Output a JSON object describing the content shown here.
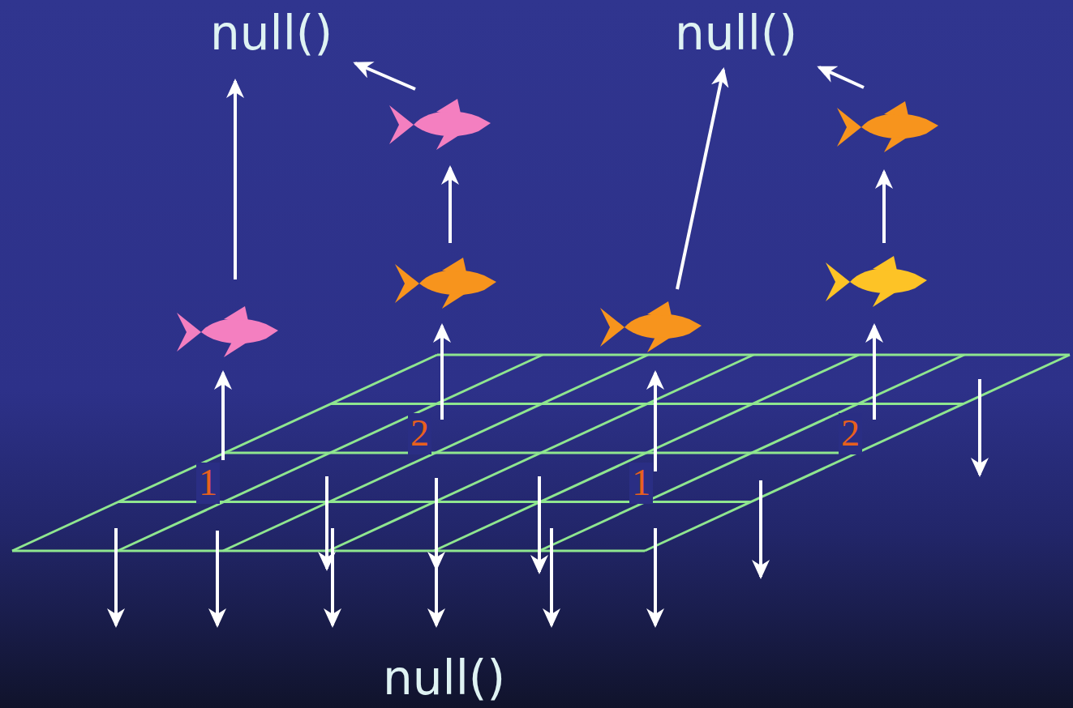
{
  "diagram": {
    "labels": [
      "null()",
      "null()",
      "2",
      "2",
      "1",
      "1",
      "null()"
    ]
  }
}
